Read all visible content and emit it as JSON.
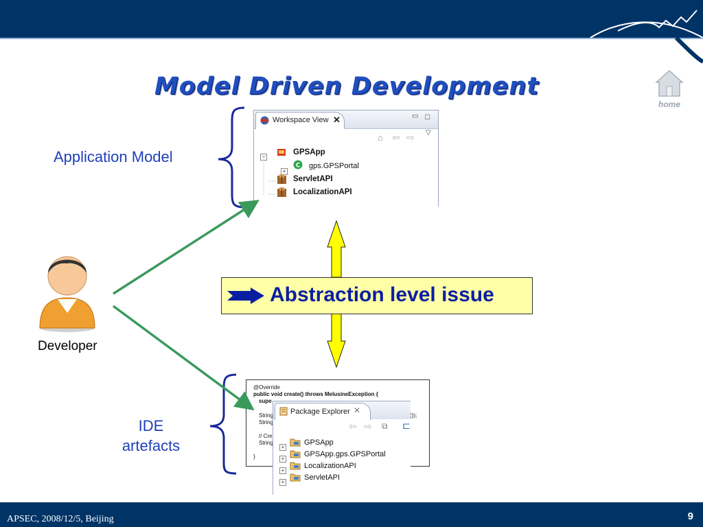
{
  "slide": {
    "title": "Model Driven Development",
    "footer": "APSEC, 2008/12/5, Beijing",
    "page_number": "9",
    "home_label": "home"
  },
  "labels": {
    "application_model": "Application Model",
    "ide_artefacts_line1": "IDE",
    "ide_artefacts_line2": "artefacts",
    "developer": "Developer",
    "abstraction_issue": "Abstraction level issue"
  },
  "workspace_view": {
    "tab_title": "Workspace View",
    "tree": [
      {
        "label": "GPSApp",
        "bold": true,
        "icon": "application-icon"
      },
      {
        "label": "gps.GPSPortal",
        "bold": false,
        "icon": "component-icon"
      },
      {
        "label": "ServletAPI",
        "bold": true,
        "icon": "package-box-icon"
      },
      {
        "label": "LocalizationAPI",
        "bold": true,
        "icon": "package-box-icon"
      }
    ]
  },
  "code_panel": {
    "lines": [
      "@Override",
      "public void create() throws MelusineException {",
      "supe",
      "String",
      "String",
      "// Cre",
      "String",
      "}"
    ],
    "fragment_right": "());"
  },
  "package_explorer": {
    "tab_title": "Package Explorer",
    "items": [
      "GPSApp",
      "GPSApp.gps.GPSPortal",
      "LocalizationAPI",
      "ServletAPI"
    ]
  },
  "colors": {
    "bar": "#003366",
    "title": "#1f4fbf",
    "label": "#1f3fb8",
    "arrow_green": "#3a9a5c",
    "brace": "#1a2a9a",
    "abstraction_box": "#ffffa8",
    "double_arrow": "#ffff00"
  }
}
